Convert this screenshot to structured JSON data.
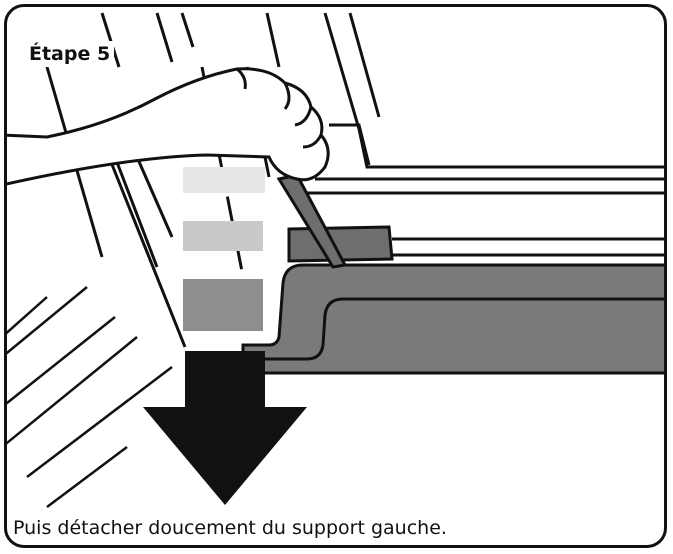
{
  "step_title": "Étape 5",
  "caption": "Puis détacher doucement du support gauche.",
  "colors": {
    "outline": "#111111",
    "rail_gray": "#7a7a7a",
    "tab_gray": "#6e6e6e",
    "swatch_light": "#e5e5e5",
    "swatch_mid": "#c9c9c9",
    "swatch_dark": "#8e8e8e",
    "arrow": "#111111"
  },
  "icons": [
    "hand-illustration",
    "down-arrow-icon",
    "pry-tool-icon"
  ]
}
